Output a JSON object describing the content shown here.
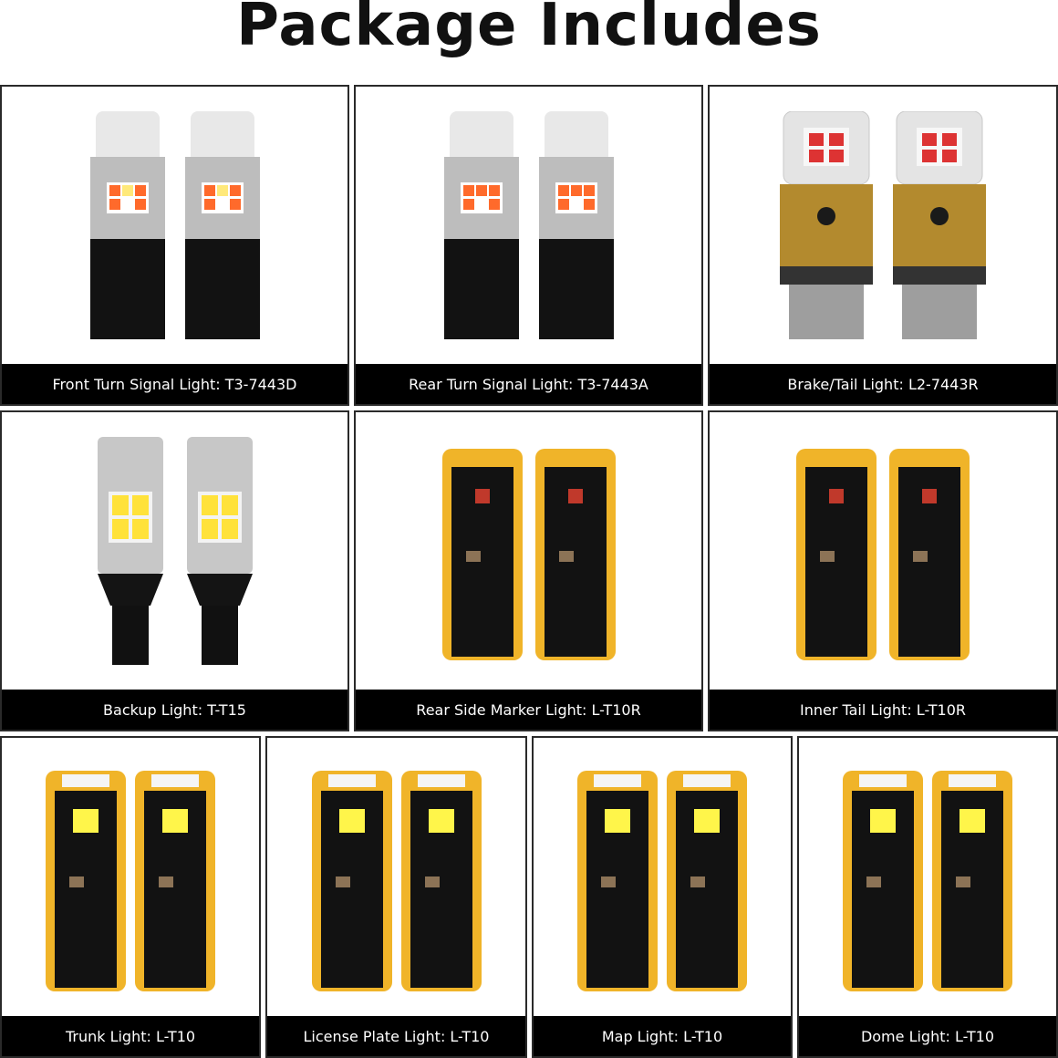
{
  "title": "Package Includes",
  "items": [
    {
      "label": "Front Turn Signal Light: T3-7443D",
      "bulb": "turn-amber-white"
    },
    {
      "label": "Rear Turn Signal Light: T3-7443A",
      "bulb": "turn-amber"
    },
    {
      "label": "Brake/Tail Light: L2-7443R",
      "bulb": "brake-red"
    },
    {
      "label": "Backup Light: T-T15",
      "bulb": "backup-white"
    },
    {
      "label": "Rear Side Marker Light: L-T10R",
      "bulb": "t10-red"
    },
    {
      "label": "Inner Tail Light: L-T10R",
      "bulb": "t10-red"
    },
    {
      "label": "Trunk Light: L-T10",
      "bulb": "t10-white"
    },
    {
      "label": "License Plate Light: L-T10",
      "bulb": "t10-white"
    },
    {
      "label": "Map Light: L-T10",
      "bulb": "t10-white"
    },
    {
      "label": "Dome Light: L-T10",
      "bulb": "t10-white"
    }
  ],
  "colors": {
    "label_bg": "#000000",
    "label_text": "#ffffff",
    "pcb": "#111111",
    "gold": "#f0b429"
  }
}
